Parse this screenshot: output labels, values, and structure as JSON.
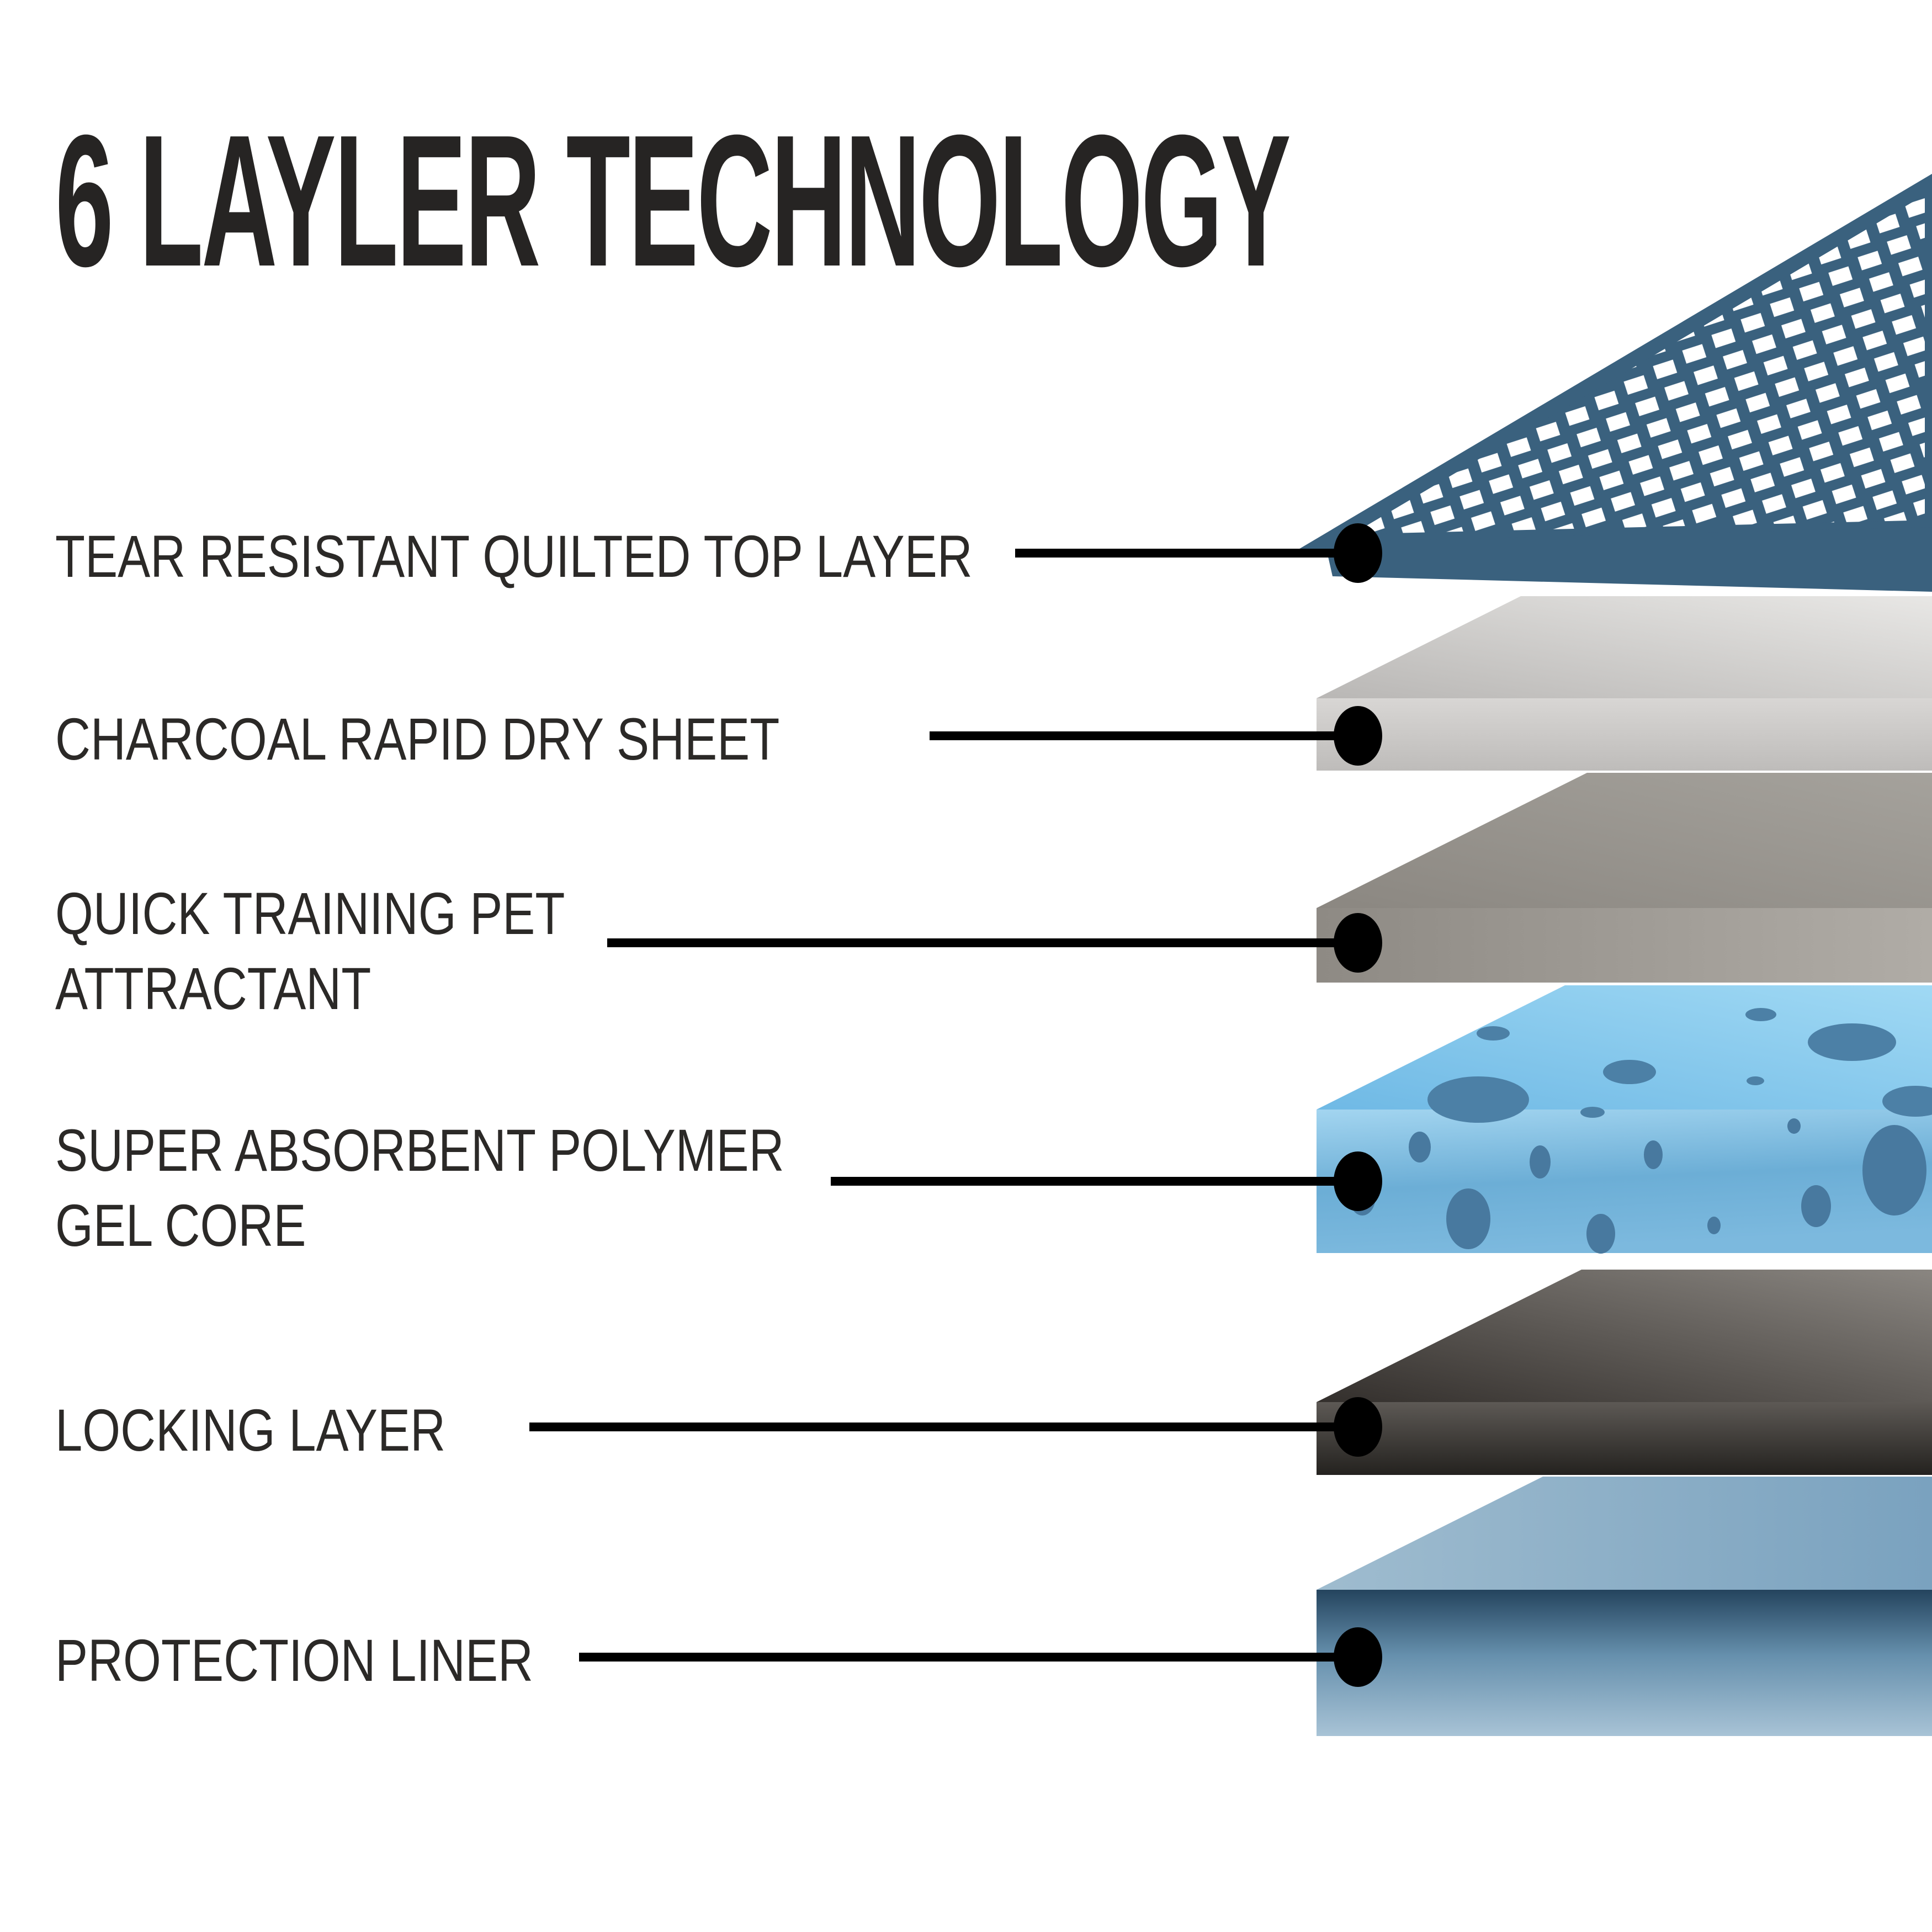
{
  "title": "6 LAYLER TECHNOLOGY",
  "colors": {
    "mesh_blue": "#3a617e",
    "mesh_dash_white": "#ffffff",
    "dry_sheet_gray": "#d5d3d1",
    "attractant_gray": "#9c978f",
    "gel_core_blue": "#7cc3ea",
    "gel_bubble_blue": "#4c80a6",
    "locking_charcoal": "#45413d",
    "liner_steel_blue": "#6690ad",
    "pointer_black": "#000000",
    "text_dark": "#2b2927"
  },
  "layers": [
    {
      "label": "TEAR RESISTANT QUILTED TOP LAYER",
      "color": "#3a617e"
    },
    {
      "label": "CHARCOAL RAPID DRY SHEET",
      "color": "#d5d3d1"
    },
    {
      "label": "QUICK TRAINING PET ATTRACTANT",
      "label_lines": [
        "QUICK TRAINING PET",
        "ATTRACTANT"
      ],
      "color": "#9c978f"
    },
    {
      "label": "SUPER ABSORBENT POLYMER GEL CORE",
      "label_lines": [
        "SUPER ABSORBENT POLYMER",
        "GEL CORE"
      ],
      "color": "#7cc3ea"
    },
    {
      "label": "LOCKING LAYER",
      "color": "#45413d"
    },
    {
      "label": "PROTECTION LINER",
      "color": "#6690ad"
    }
  ]
}
